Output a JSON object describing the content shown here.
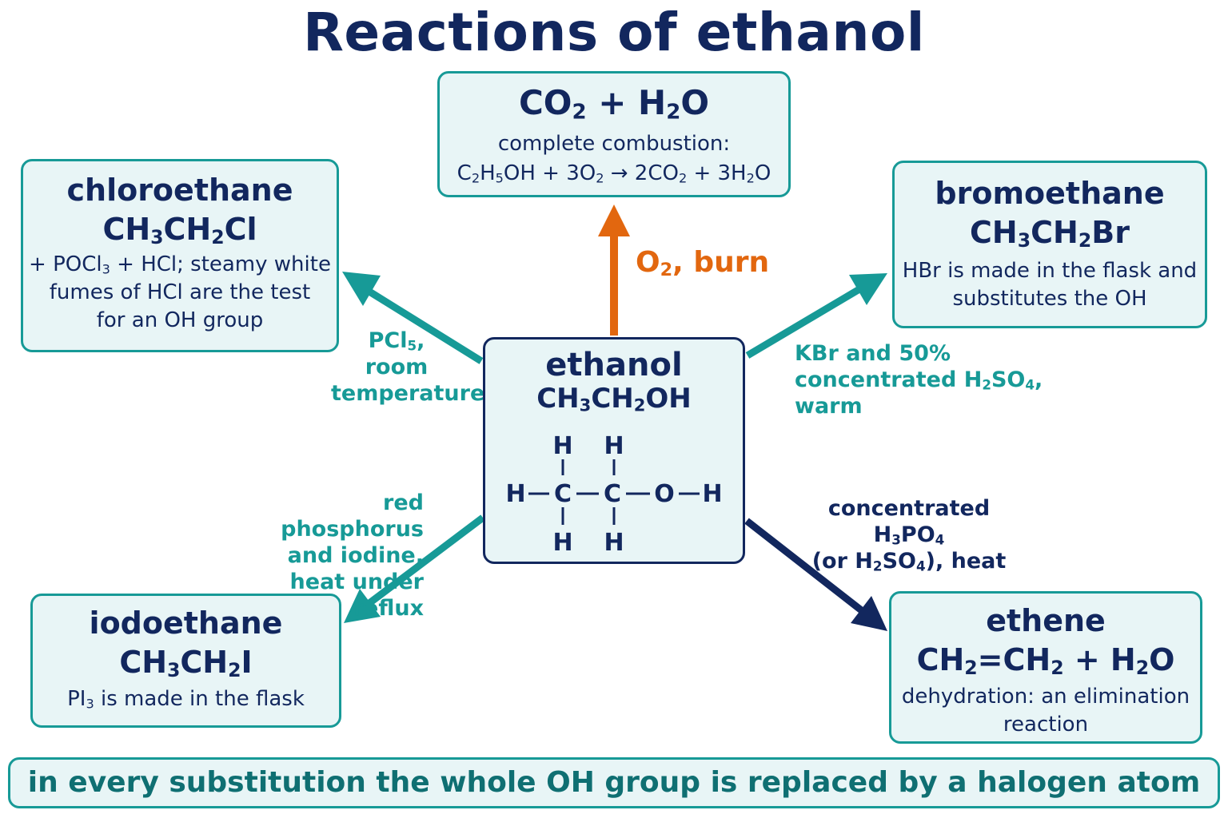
{
  "title": "Reactions of ethanol",
  "center": {
    "name": "ethanol",
    "formula_parts": [
      "CH",
      "3",
      "CH",
      "2",
      "OH"
    ],
    "structure_atoms": [
      "H",
      "H",
      "H",
      "C",
      "C",
      "O",
      "H",
      "H",
      "H"
    ]
  },
  "top": {
    "formula_parts": [
      "CO",
      "2",
      " + H",
      "2",
      "O"
    ],
    "note_line1": "complete combustion:",
    "equation_parts": [
      "C",
      "2",
      "H",
      "5",
      "OH + 3O",
      "2",
      " → 2CO",
      "2",
      " + 3H",
      "2",
      "O"
    ],
    "condition_parts": [
      "O",
      "2",
      ", burn"
    ]
  },
  "left_top": {
    "name": "chloroethane",
    "formula_parts": [
      "CH",
      "3",
      "CH",
      "2",
      "Cl"
    ],
    "note_parts": [
      "+ POCl",
      "3",
      " + HCl; steamy white"
    ],
    "note_line2": "fumes of HCl are the test",
    "note_line3": "for an OH group",
    "condition_parts": [
      "PCl",
      "5",
      ","
    ],
    "condition_line2": "room",
    "condition_line3": "temperature"
  },
  "right_top": {
    "name": "bromoethane",
    "formula_parts": [
      "CH",
      "3",
      "CH",
      "2",
      "Br"
    ],
    "note_line1": "HBr is made in the flask and",
    "note_line2": "substitutes the OH",
    "condition_line1": "KBr and 50%",
    "condition_parts": [
      "concentrated H",
      "2",
      "SO",
      "4",
      ","
    ],
    "condition_line3": "warm"
  },
  "left_bottom": {
    "name": "iodoethane",
    "formula_parts": [
      "CH",
      "3",
      "CH",
      "2",
      "I"
    ],
    "note_parts": [
      "PI",
      "3",
      " is made in the flask"
    ],
    "condition_line1": "red phosphorus",
    "condition_line2": "and iodine,",
    "condition_line3": "heat under reflux"
  },
  "right_bottom": {
    "name": "ethene",
    "formula_parts": [
      "CH",
      "2",
      "=CH",
      "2",
      " + H",
      "2",
      "O"
    ],
    "note_line1": "dehydration: an elimination",
    "note_line2": "reaction",
    "condition_parts": [
      "concentrated H",
      "3",
      "PO",
      "4"
    ],
    "condition_parts2": [
      "(or H",
      "2",
      "SO",
      "4",
      "), heat"
    ]
  },
  "footer": "in every substitution the whole OH group is replaced by a halogen atom",
  "colors": {
    "navy": "#12275e",
    "teal": "#179a97",
    "orange": "#e2670f",
    "box_fill": "#e8f5f6"
  }
}
